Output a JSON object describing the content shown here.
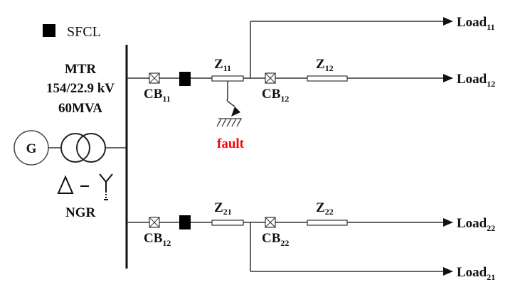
{
  "legend": {
    "label": "SFCL",
    "marker_color": "#000000"
  },
  "transformer": {
    "line1": "MTR",
    "line2": "154/22.9 kV",
    "line3": "60MVA"
  },
  "generator": {
    "label": "G"
  },
  "ngr": {
    "label": "NGR"
  },
  "breakers": [
    {
      "base": "CB",
      "sub": "11"
    },
    {
      "base": "CB",
      "sub": "12"
    },
    {
      "base": "CB",
      "sub": "12"
    },
    {
      "base": "CB",
      "sub": "22"
    }
  ],
  "impedances": [
    {
      "base": "Z",
      "sub": "11"
    },
    {
      "base": "Z",
      "sub": "12"
    },
    {
      "base": "Z",
      "sub": "21"
    },
    {
      "base": "Z",
      "sub": "22"
    }
  ],
  "loads": [
    {
      "base": "Load",
      "sub": "11"
    },
    {
      "base": "Load",
      "sub": "12"
    },
    {
      "base": "Load",
      "sub": "22"
    },
    {
      "base": "Load",
      "sub": "21"
    }
  ],
  "fault": {
    "label": "fault",
    "color": "#ff0000"
  }
}
